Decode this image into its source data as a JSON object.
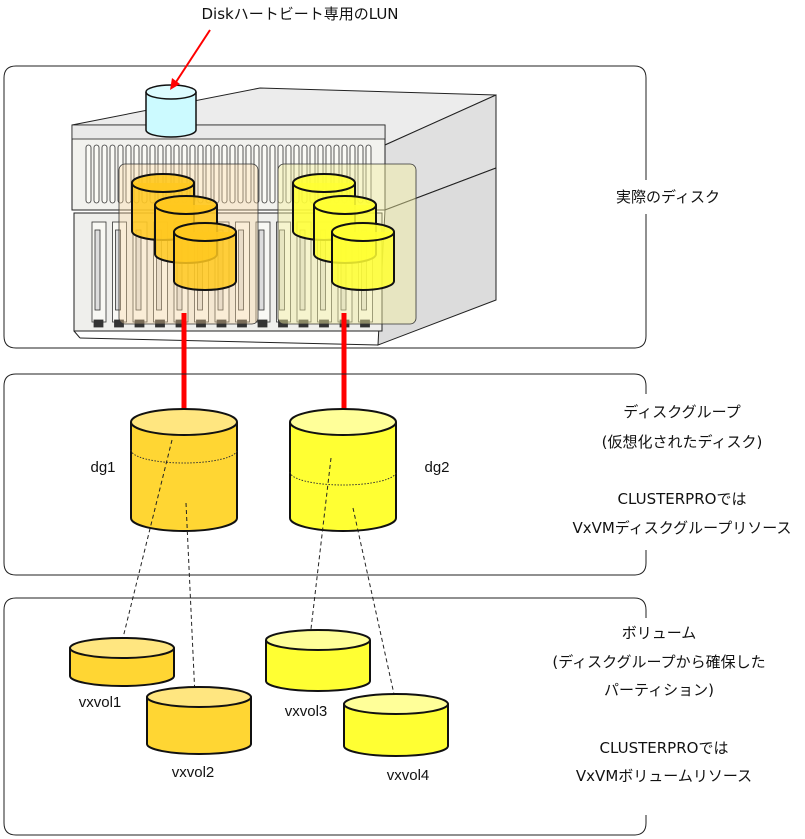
{
  "title_label": "Diskハートビート専用のLUN",
  "panels": {
    "physical": {
      "label": "実際のディスク"
    },
    "diskgroup": {
      "label_line1": "ディスクグループ",
      "label_line2": "(仮想化されたディスク)",
      "product_line1": "CLUSTERPROでは",
      "product_line2": "VxVMディスクグループリソース"
    },
    "volume": {
      "label_line1": "ボリューム",
      "label_line2": "(ディスクグループから確保した",
      "label_line3": "パーティション)",
      "product_line1": "CLUSTERPROでは",
      "product_line2": "VxVMボリュームリソース"
    }
  },
  "disk_groups": [
    {
      "name": "dg1",
      "color": "#ffd633"
    },
    {
      "name": "dg2",
      "color": "#ffff33"
    }
  ],
  "volumes": [
    {
      "name": "vxvol1",
      "group": "dg1"
    },
    {
      "name": "vxvol2",
      "group": "dg1"
    },
    {
      "name": "vxvol3",
      "group": "dg2"
    },
    {
      "name": "vxvol4",
      "group": "dg2"
    }
  ],
  "colors": {
    "arrow": "#ff0000",
    "lun_disk": "#ccfaff",
    "dg1_disk": "#ffc81e",
    "dg2_disk": "#ffff33"
  }
}
